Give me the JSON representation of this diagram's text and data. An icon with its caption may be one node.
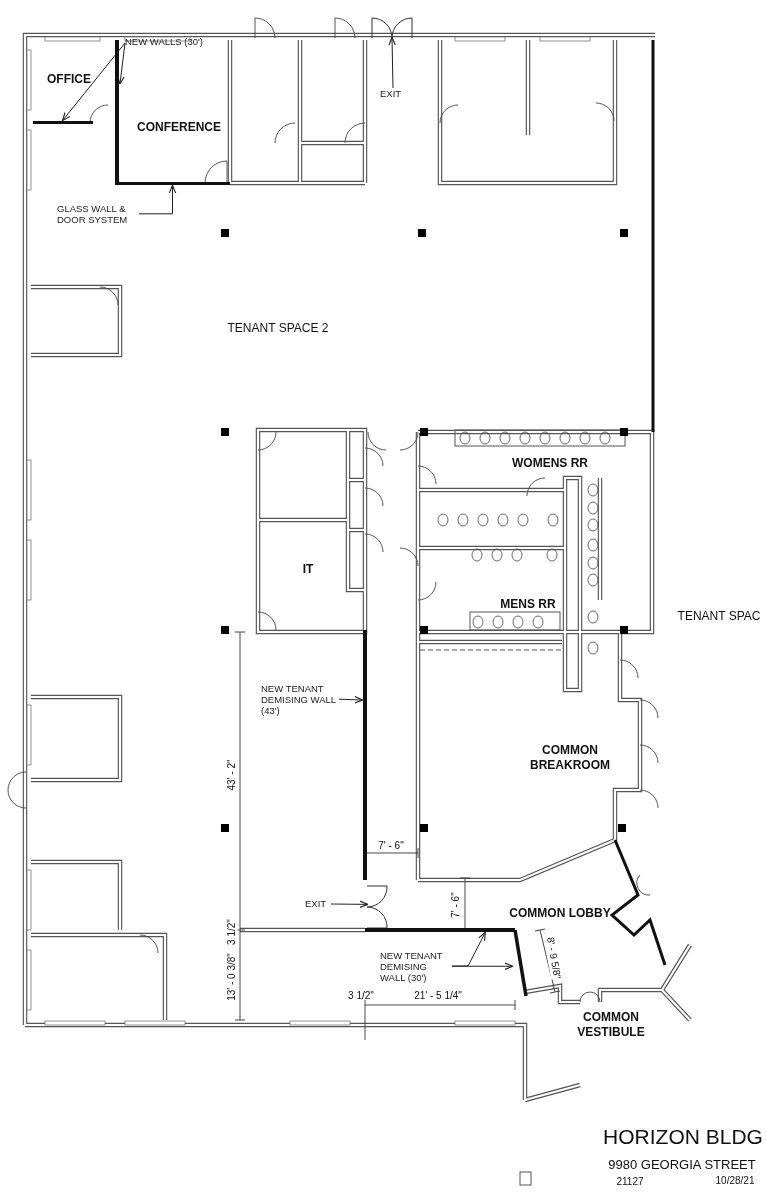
{
  "diagram": {
    "nodes": [
      {
        "text": [
          "NEW WALLS (30')"
        ]
      },
      {
        "text": [],
        "shape": "bar"
      },
      {
        "text": [],
        "shape": "bar"
      },
      {
        "text": [
          "GLASS WALL & DOOR SYSTEM"
        ]
      },
      {
        "text": [],
        "shape": "bar"
      },
      {
        "text": [
          "EXIT"
        ]
      },
      {
        "text": [],
        "shape": "door"
      },
      {
        "text": [
          "NEW TENANT DEMISING WALL (43')"
        ]
      },
      {
        "text": [],
        "shape": "bar"
      },
      {
        "text": [
          "EXIT"
        ]
      },
      {
        "text": [],
        "shape": "door"
      },
      {
        "text": [
          "NEW TENANT DEMISING WALL (30')"
        ]
      },
      {
        "text": [],
        "shape": "bar"
      },
      {
        "text": [],
        "shape": "bar"
      }
    ],
    "edges": [
      {
        "from": 0,
        "to": 1,
        "arrow": "to"
      },
      {
        "from": 0,
        "to": 2,
        "arrow": "to"
      },
      {
        "from": 3,
        "to": 4,
        "arrow": "to"
      },
      {
        "from": 5,
        "to": 6,
        "arrow": "to"
      },
      {
        "from": 7,
        "to": 8,
        "arrow": "to"
      },
      {
        "from": 9,
        "to": 10,
        "arrow": "to"
      },
      {
        "from": 11,
        "to": 12,
        "arrow": "to"
      },
      {
        "from": 11,
        "to": 13,
        "arrow": "to"
      }
    ],
    "labels": [
      "OFFICE",
      "CONFERENCE",
      "TENANT SPACE 2",
      "WOMENS RR",
      "IT",
      "MENS RR",
      "TENANT SPAC",
      "COMMON BREAKROOM",
      "43' - 2\"",
      "7' - 6\"",
      "7' - 6\"",
      "COMMON LOBBY",
      "3 1/2\"",
      "8' - 9 5/8\"",
      "13' - 0 3/8\"",
      "3 1/2\"",
      "21' - 5 1/4\"",
      "COMMON VESTIBULE",
      "HORIZON BLDG",
      "9980 GEORGIA STREET",
      "21127",
      "10/28/21"
    ]
  }
}
